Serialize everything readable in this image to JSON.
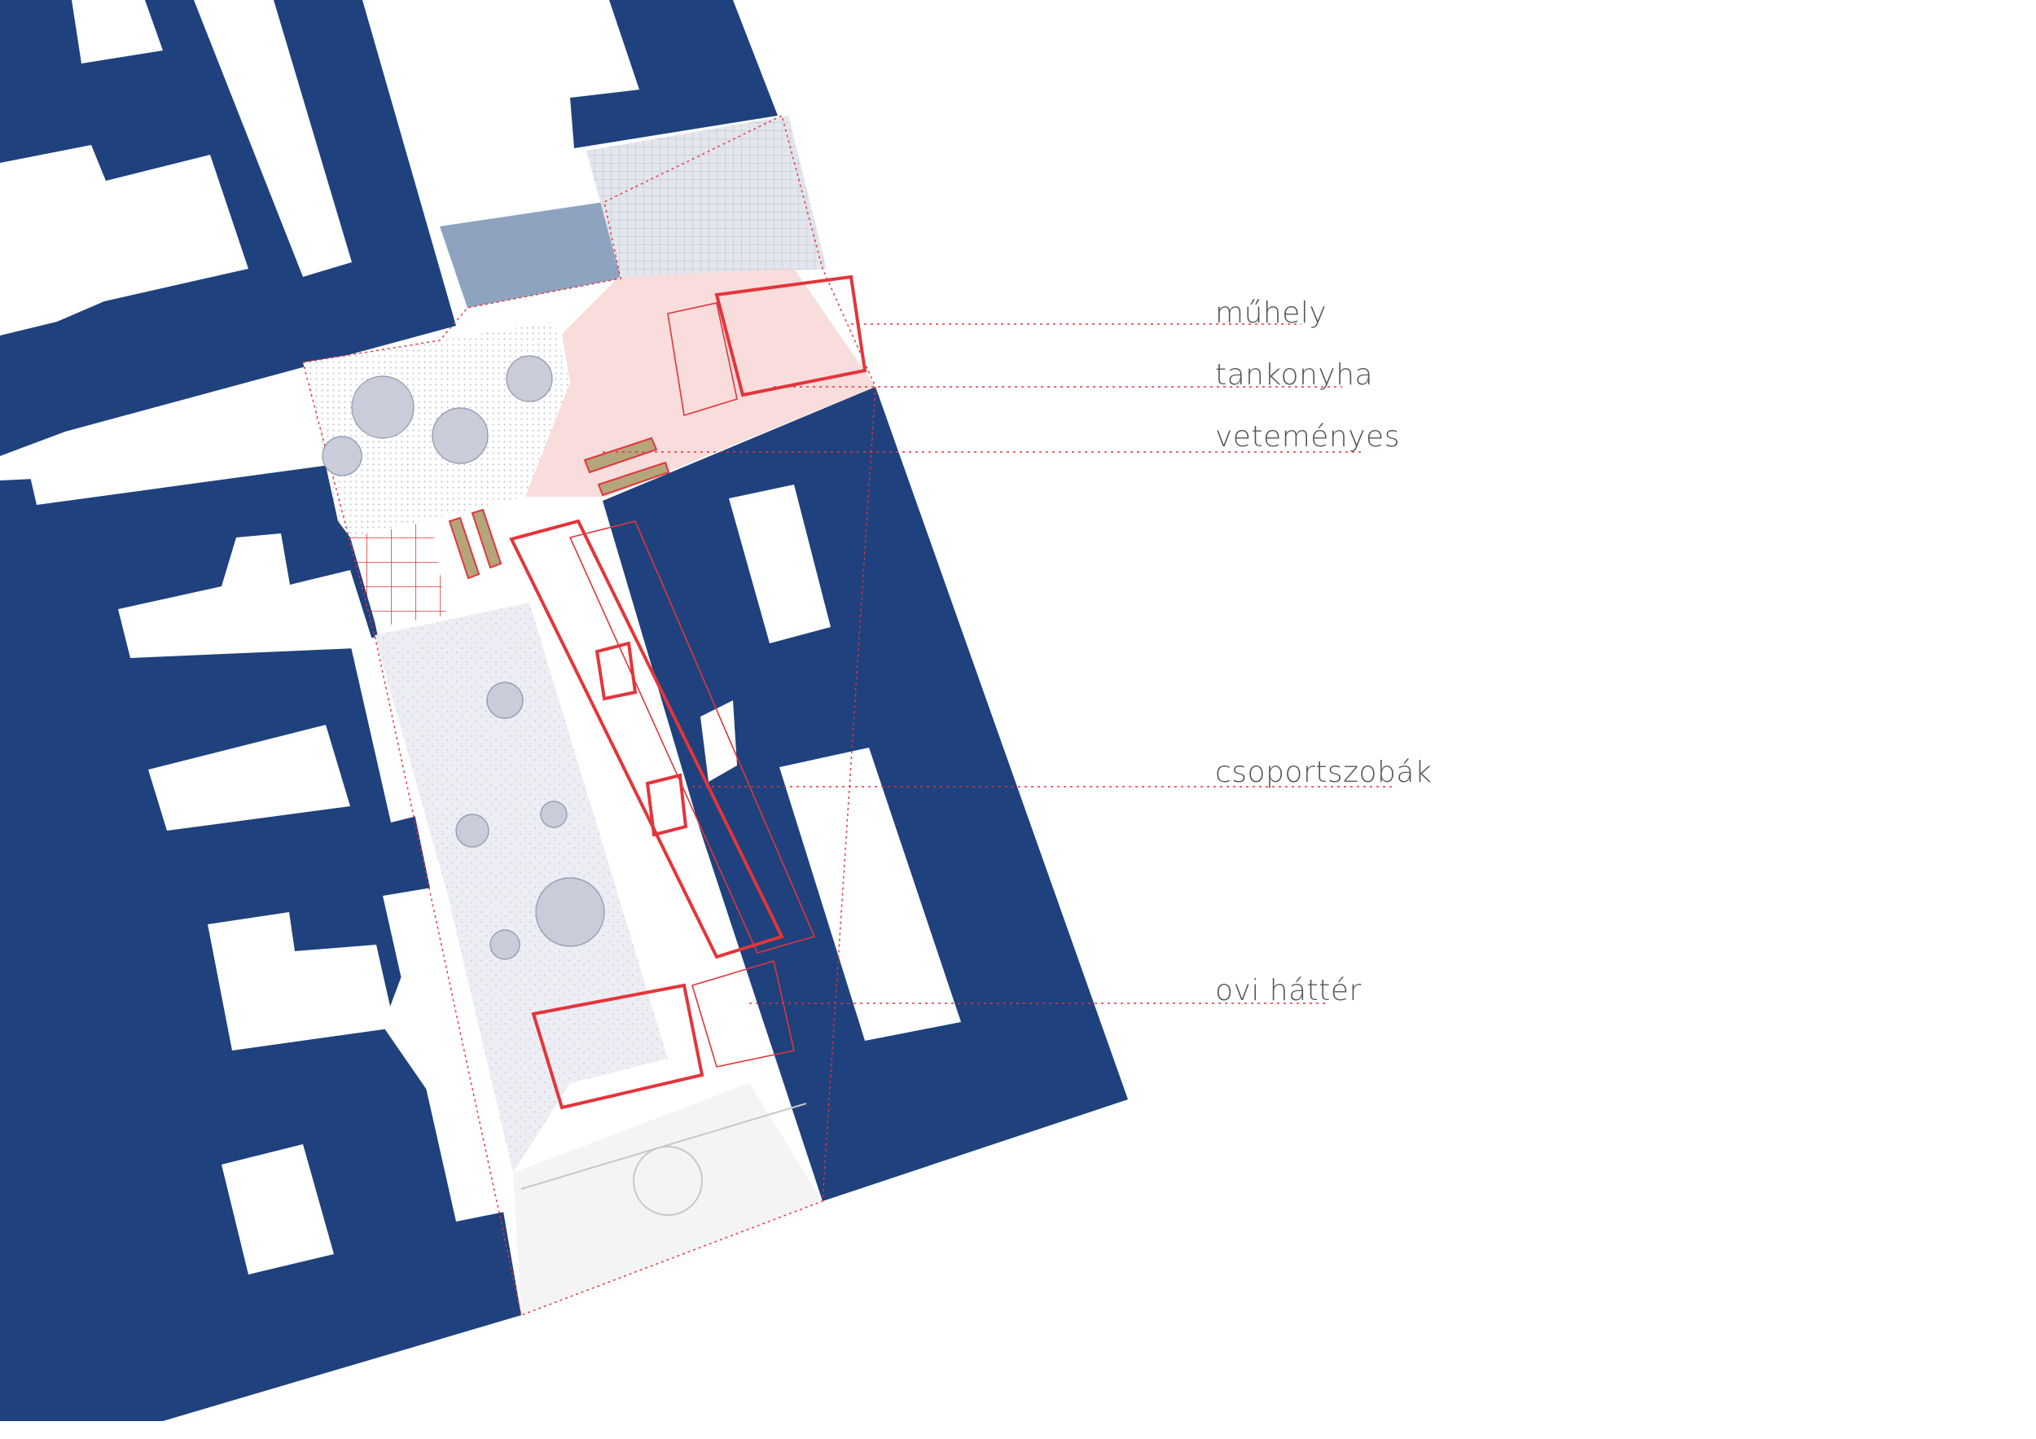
{
  "colors": {
    "block": "#1f417d",
    "square": "#8ea3bf",
    "accent": "#e3353b",
    "pink_fill": "#f9dcdc",
    "hatch_gray": "#dadde6",
    "label_text": "#555555"
  },
  "labels": [
    {
      "id": "muhely",
      "text": "műhely"
    },
    {
      "id": "tankonyha",
      "text": "tankonyha"
    },
    {
      "id": "vetemenyes",
      "text": "veteményes"
    },
    {
      "id": "csoportszobak",
      "text": "csoportszobák"
    },
    {
      "id": "ovi-hatter",
      "text": "ovi háttér"
    }
  ]
}
